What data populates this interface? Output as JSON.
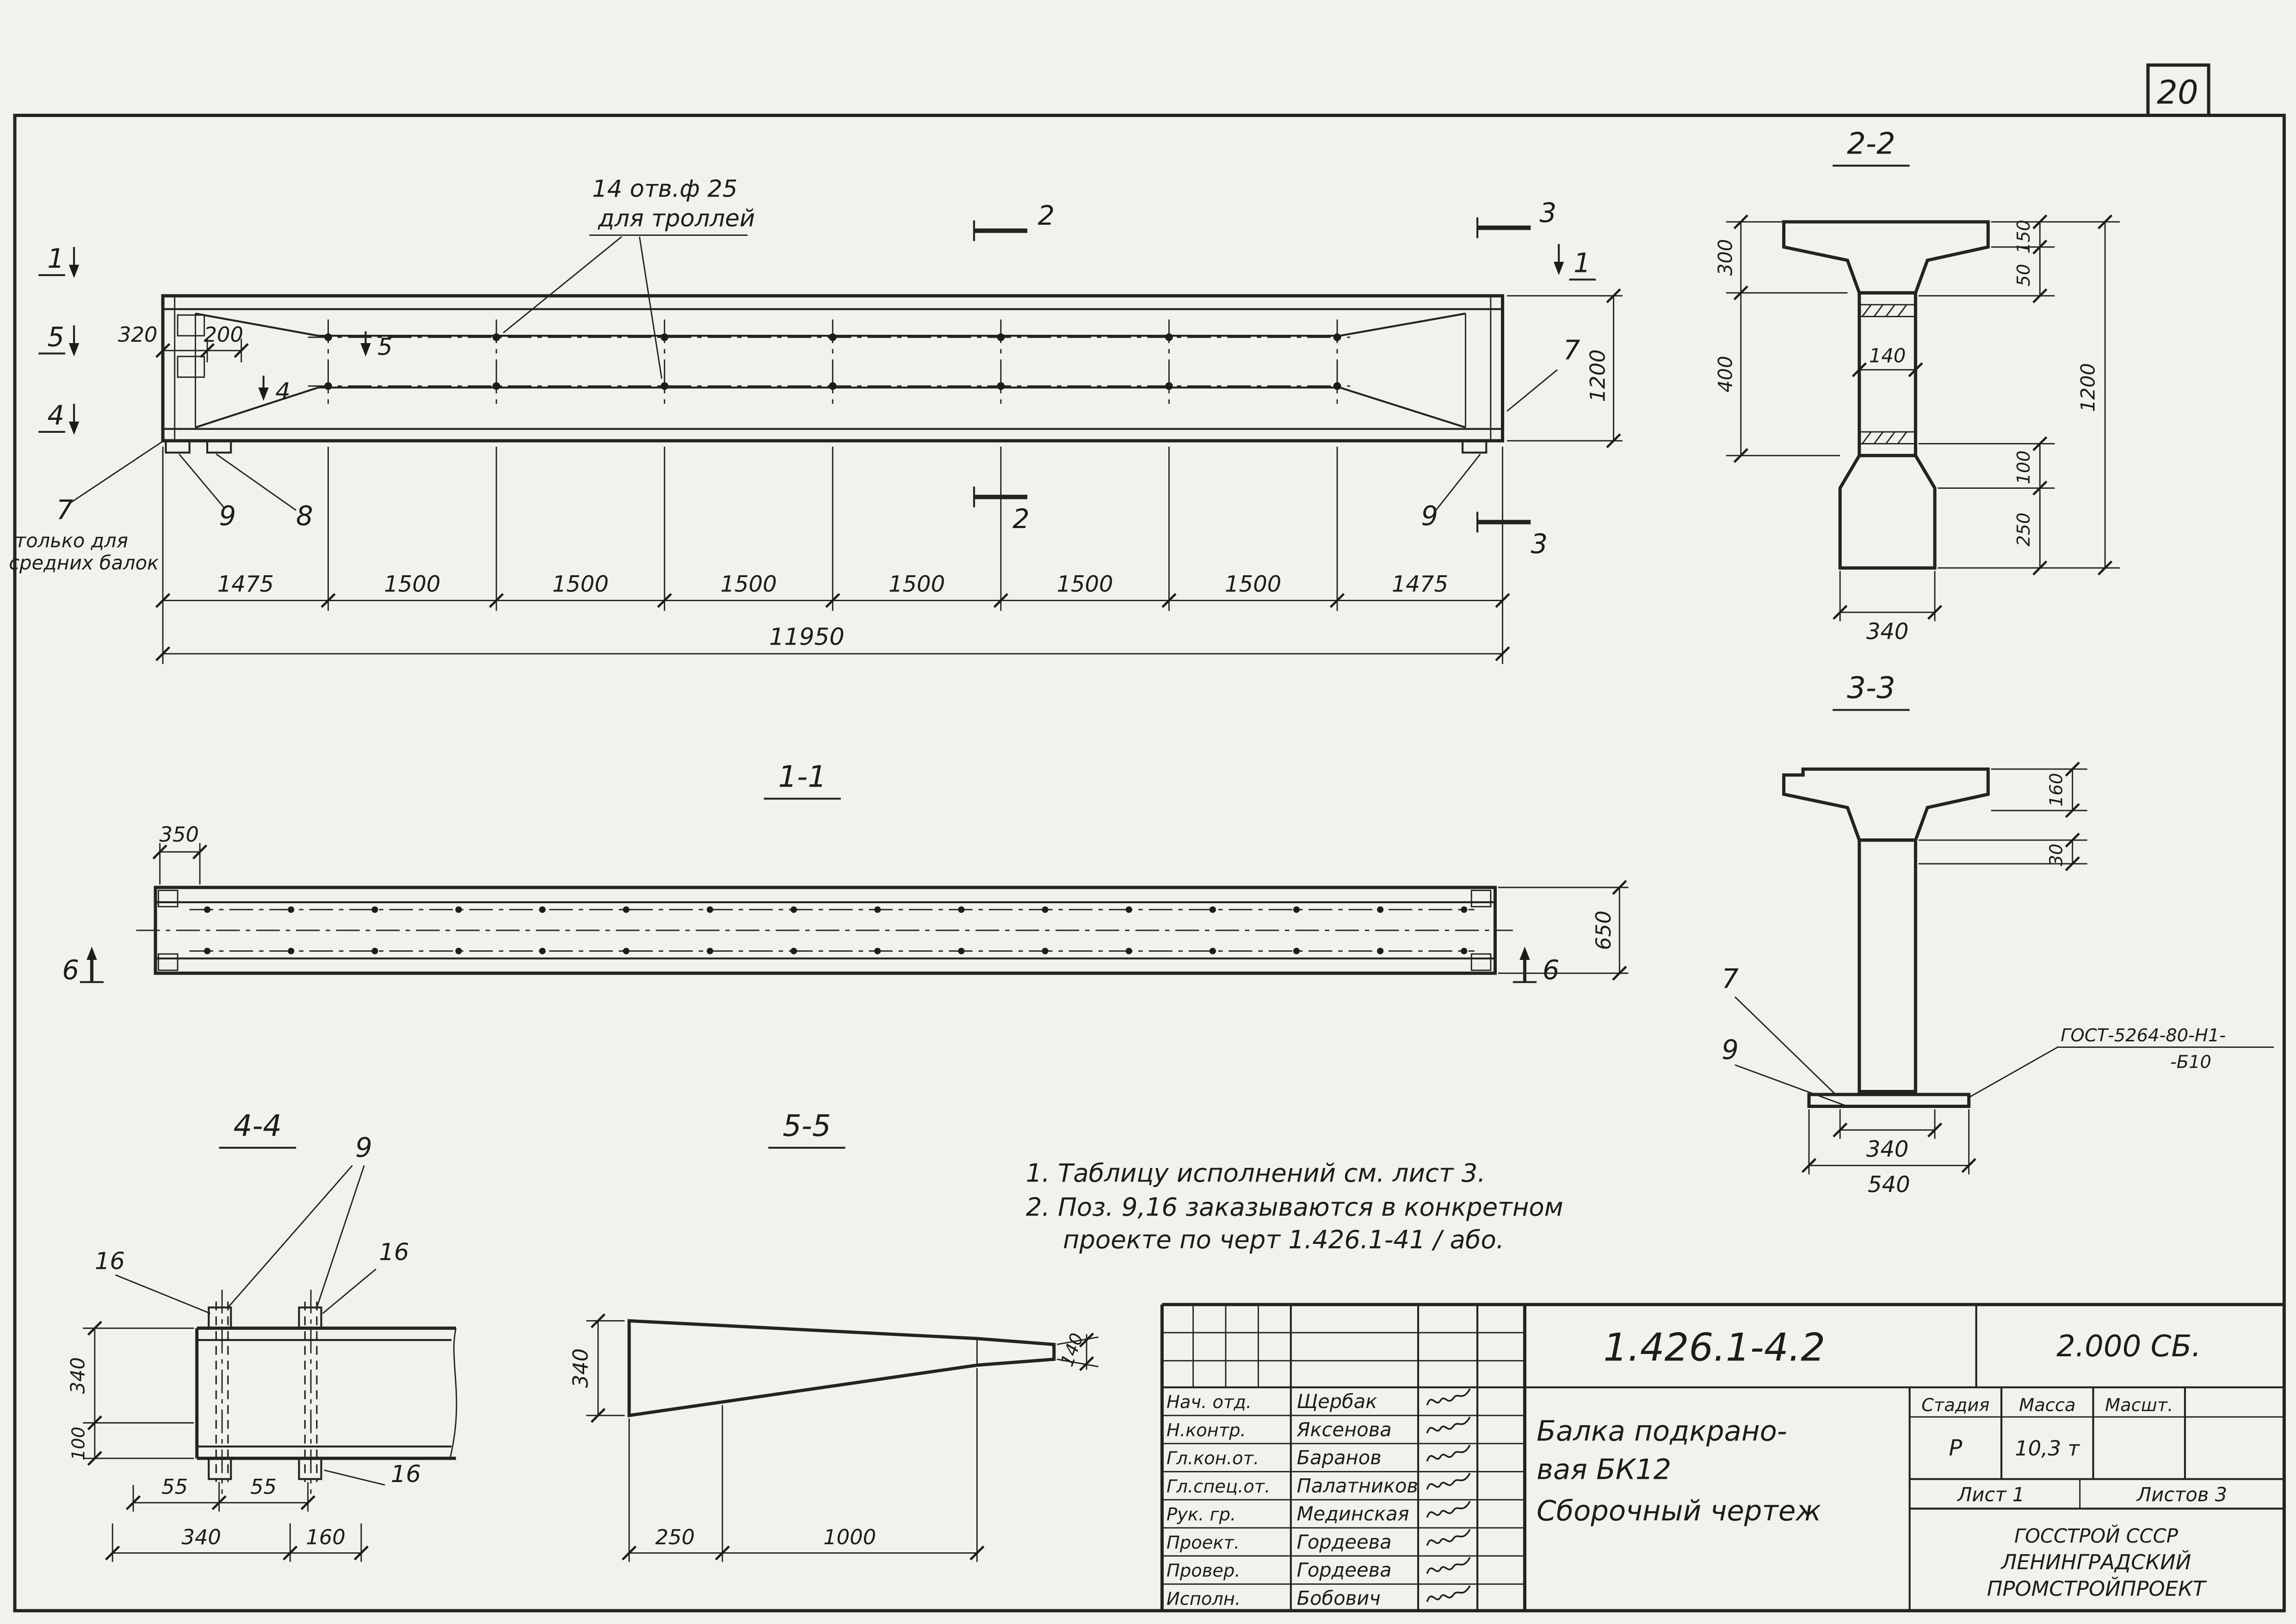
{
  "sheet_number": "20",
  "elevation": {
    "callout_line1": "14 отв.ф 25",
    "callout_line2": "для троллей",
    "marker_1": "1",
    "marker_5": "5",
    "marker_4": "4",
    "marker_5_inner": "5",
    "marker_4_inner": "4",
    "marker_2_top": "2",
    "marker_2_bot": "2",
    "marker_3_top": "3",
    "marker_3_bot": "3",
    "marker_1_right": "1",
    "pos_7_right": "7",
    "pos_7_left": "7",
    "pos_8": "8",
    "pos_9_left": "9",
    "pos_9_right": "9",
    "note_line1": "только для",
    "note_line2": "средних балок",
    "dim_320": "320",
    "dim_200": "200",
    "dim_1200": "1200",
    "dims_bottom": [
      "1475",
      "1500",
      "1500",
      "1500",
      "1500",
      "1500",
      "1500",
      "1475"
    ],
    "dim_total": "11950"
  },
  "section22": {
    "title": "2-2",
    "dim_300": "300",
    "dim_400": "400",
    "dim_140": "140",
    "dim_150": "150",
    "dim_50": "50",
    "dim_100": "100",
    "dim_250": "250",
    "dim_1200": "1200",
    "dim_340": "340"
  },
  "section33": {
    "title": "3-3",
    "dim_160": "160",
    "dim_30": "30",
    "pos_7": "7",
    "pos_9": "9",
    "gost_line1": "ГОСТ-5264-80-Н1-",
    "gost_line2": "-Б10",
    "dim_340": "340",
    "dim_540": "540"
  },
  "view11": {
    "title": "1-1",
    "dim_350": "350",
    "dim_650": "650",
    "marker_6_left": "6",
    "marker_6_right": "6"
  },
  "view44": {
    "title": "4-4",
    "pos_9": "9",
    "pos_16_a": "16",
    "pos_16_b": "16",
    "pos_16_c": "16",
    "dim_340_v": "340",
    "dim_100": "100",
    "dim_55_a": "55",
    "dim_55_b": "55",
    "dim_340_h": "340",
    "dim_160": "160"
  },
  "view55": {
    "title": "5-5",
    "dim_340": "340",
    "dim_140": "140",
    "dim_250": "250",
    "dim_1000": "1000"
  },
  "notes": {
    "line1": "1. Таблицу исполнений  см. лист 3.",
    "line2": "2. Поз. 9,16 заказываются в конкретном",
    "line3": "проекте по черт 1.426.1-41 / або."
  },
  "titleblock": {
    "doc_code": "1.426.1-4.2",
    "doc_code2": "2.000 СБ.",
    "title_line1": "Балка подкрано-",
    "title_line2": "вая БК12",
    "title_line3": "Сборочный чертеж",
    "stage_header": "Стадия",
    "mass_header": "Масса",
    "scale_header": "Масшт.",
    "stage_value": "Р",
    "mass_value": "10,3 т",
    "sheet_label": "Лист 1",
    "sheets_label": "Листов 3",
    "org_line1": "ГОССТРОЙ СССР",
    "org_line2": "ЛЕНИНГРАДСКИЙ",
    "org_line3": "ПРОМСТРОЙПРОЕКТ",
    "signers": [
      {
        "role": "Нач. отд.",
        "name": "Щербак"
      },
      {
        "role": "Н.контр.",
        "name": "Яксенова"
      },
      {
        "role": "Гл.кон.от.",
        "name": "Баранов"
      },
      {
        "role": "Гл.спец.от.",
        "name": "Палатников"
      },
      {
        "role": "Рук. гр.",
        "name": "Мединская"
      },
      {
        "role": "Проект.",
        "name": "Гордеева"
      },
      {
        "role": "Провер.",
        "name": "Гордеева"
      },
      {
        "role": "Исполн.",
        "name": "Бобович"
      }
    ]
  }
}
